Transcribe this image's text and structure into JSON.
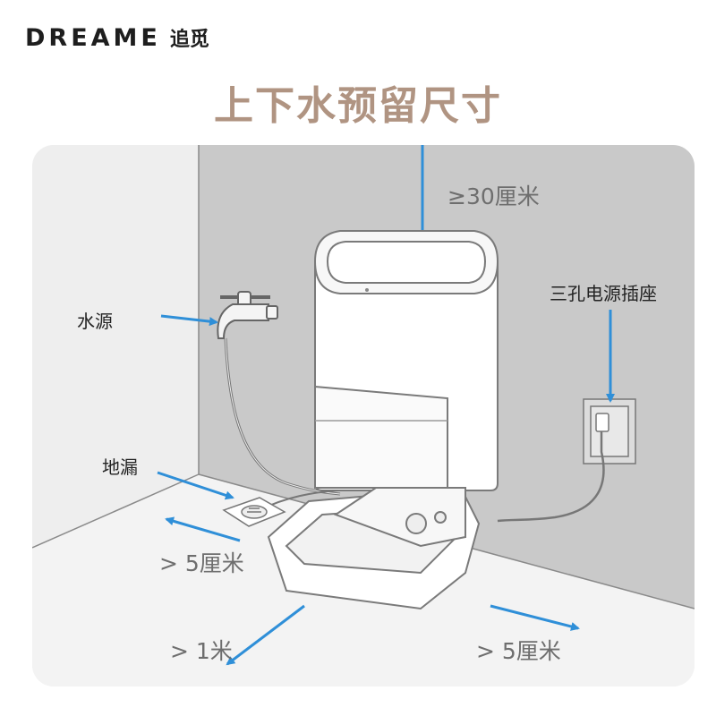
{
  "brand": {
    "name_en": "DREAME",
    "name_cn": "追觅"
  },
  "title": "上下水预留尺寸",
  "labels": {
    "top_clearance": "≥30厘米",
    "power_socket": "三孔电源插座",
    "water_source": "水源",
    "floor_drain": "地漏",
    "left_clearance": "> 5厘米",
    "front_clearance": "> 1米",
    "right_clearance": "> 5厘米"
  },
  "colors": {
    "title": "#b09482",
    "arrow": "#2f8fd8",
    "wall": "#c8c8c8",
    "floor": "#f0f0f0"
  }
}
